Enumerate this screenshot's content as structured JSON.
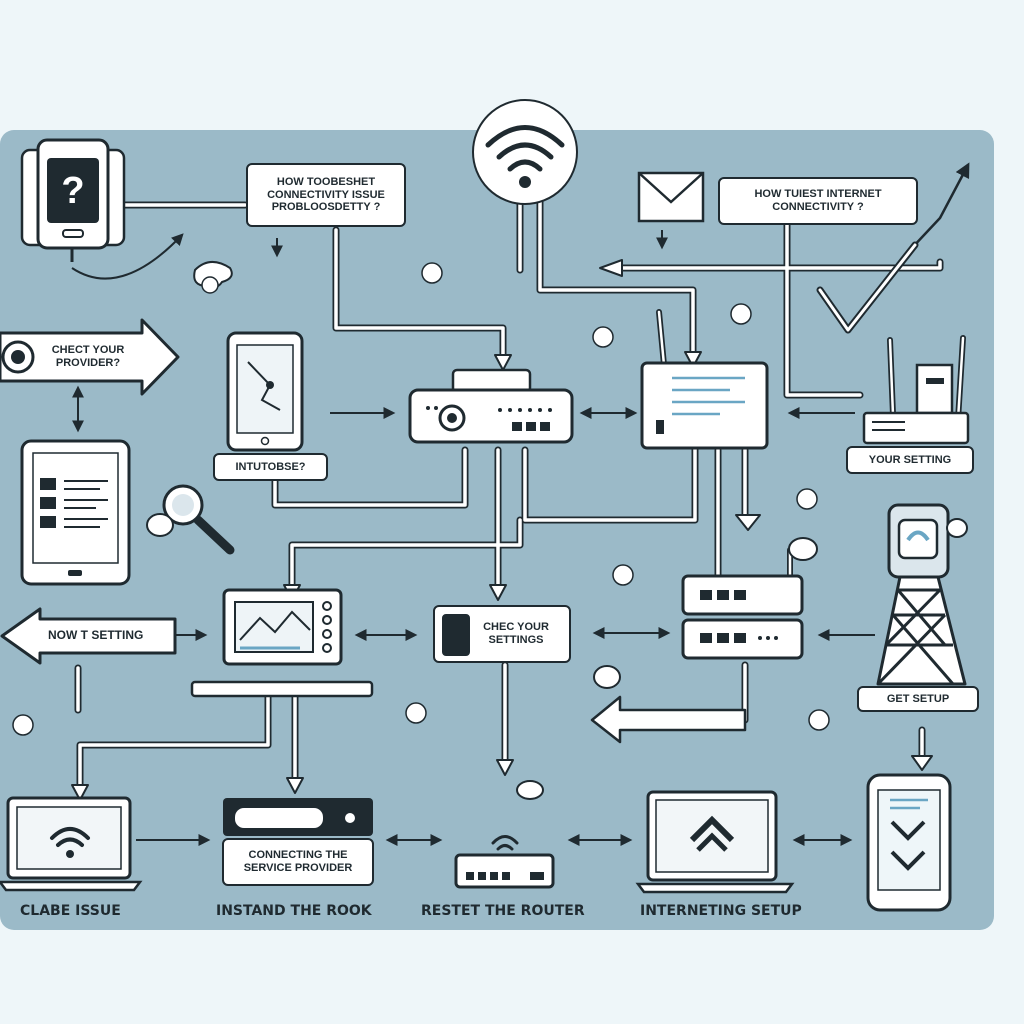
{
  "diagram": {
    "colors": {
      "panel": "#9bbac8",
      "stroke": "#1f2a30",
      "line": "#ffffff",
      "background": "#eef6f9",
      "screen_accent": "#6aa6c4"
    },
    "callouts": {
      "top_left": "HOW TOOBESHET CONNECTIVITY ISSUE PROBLOOSDETTY ?",
      "top_right": "HOW TUIEST INTERNET CONNECTIVITY ?",
      "mid_router": "CHEC YOUR SETTINGS",
      "your_settings": "YOUR SETTING"
    },
    "arrows": {
      "check_your_provider": "CHECT YOUR PROVIDER?",
      "now_t_setting": "NOW T SETTING"
    },
    "labels": {
      "tablet_caption": "INTUTOBSE?",
      "get_setup": "GET SETUP",
      "connecting_service": "CONNECTING THE SERVICE PROVIDER"
    },
    "bottom_captions": {
      "laptop": "CLABE ISSUE",
      "device": "INSTAND THE ROOK",
      "router": "RESTET THE ROUTER",
      "monitor": "INTERNETING SETUP"
    },
    "icons": [
      "wifi-icon",
      "question-icon",
      "envelope-icon",
      "checkmark-icon",
      "router-icon",
      "magnifier-icon",
      "cell-tower-icon",
      "laptop-icon",
      "tablet-icon",
      "smartphone-icon",
      "monitor-icon",
      "printer-icon",
      "modem-icon"
    ]
  }
}
